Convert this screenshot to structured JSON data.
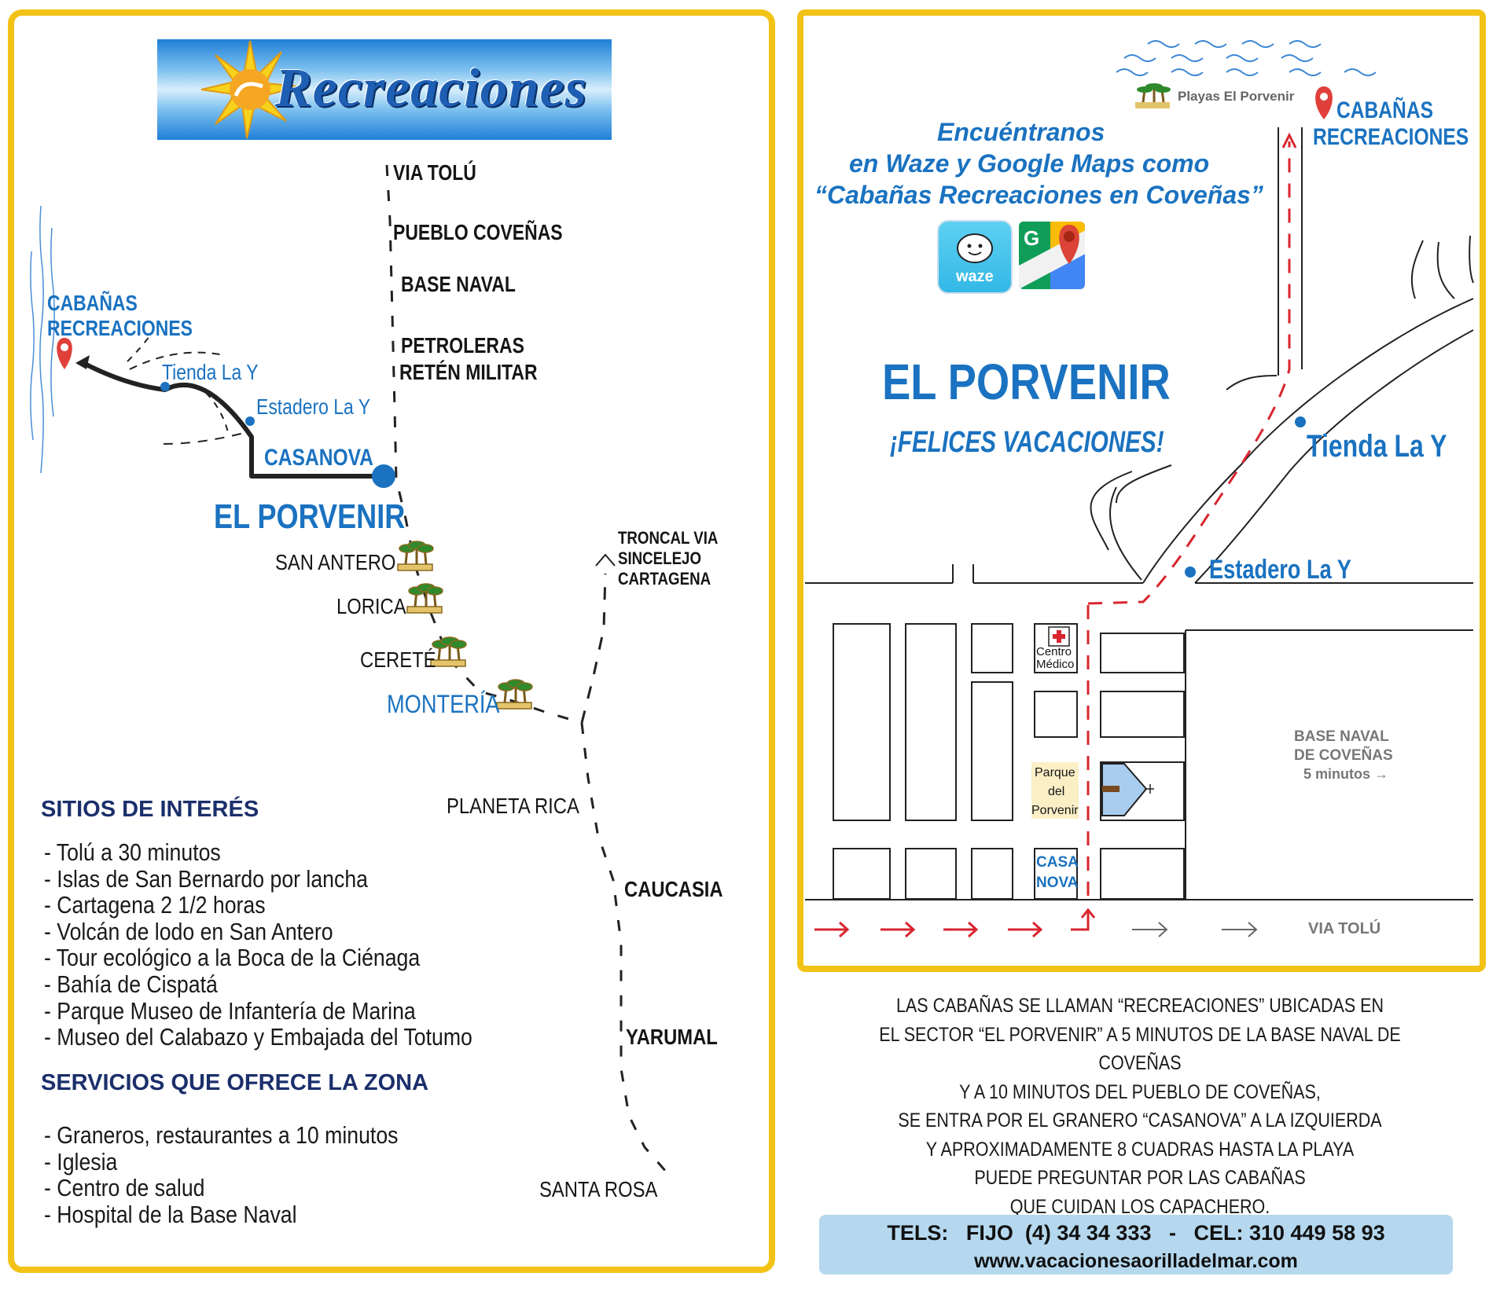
{
  "brand": {
    "logo_text": "Recreaciones"
  },
  "left_map": {
    "route_labels": [
      "VIA TOLÚ",
      "PUEBLO COVEÑAS",
      "BASE NAVAL",
      "PETROLERAS",
      "RETÉN MILITAR"
    ],
    "cabanas_label_line1": "CABAÑAS",
    "cabanas_label_line2": "RECREACIONES",
    "tienda": "Tienda La Y",
    "estadero": "Estadero La Y",
    "casanova": "CASANOVA",
    "el_porvenir": "EL PORVENIR",
    "towns": [
      "SAN ANTERO",
      "LORICA",
      "CERETÉ",
      "MONTERÍA"
    ],
    "troncal_line1": "TRONCAL VIA",
    "troncal_line2": "SINCELEJO",
    "troncal_line3": "CARTAGENA",
    "south_route": [
      "PLANETA RICA",
      "CAUCASIA",
      "YARUMAL",
      "SANTA ROSA"
    ]
  },
  "sitios": {
    "heading": "SITIOS DE INTERÉS",
    "items": [
      "- Tolú a 30 minutos",
      "- Islas de San Bernardo por lancha",
      "- Cartagena 2  1/2 horas",
      "- Volcán de lodo en San Antero",
      "- Tour ecológico a la Boca de la Ciénaga",
      "- Bahía de Cispatá",
      "- Parque Museo de Infantería de Marina",
      "- Museo del Calabazo y Embajada del Totumo"
    ]
  },
  "servicios": {
    "heading": "SERVICIOS QUE  OFRECE LA ZONA",
    "items": [
      "- Graneros, restaurantes a 10 minutos",
      "- Iglesia",
      "- Centro de salud",
      "- Hospital de la Base Naval"
    ]
  },
  "right_map": {
    "beach": "Playas El Porvenir",
    "cabanas_line1": "CABAÑAS",
    "cabanas_line2": "RECREACIONES",
    "find_line1": "Encuéntranos",
    "find_line2": "en Waze y Google Maps como",
    "find_line3": "“Cabañas Recreaciones en Coveñas”",
    "waze_label": "waze",
    "google_label": "G",
    "el_porvenir": "EL PORVENIR",
    "greeting": "¡FELICES VACACIONES!",
    "tienda": "Tienda La  Y",
    "estadero": "Estadero La  Y",
    "centro_line1": "Centro",
    "centro_line2": "Médico",
    "parque_line1": "Parque",
    "parque_line2": "del",
    "parque_line3": "Porvenir",
    "casa_line1": "CASA",
    "casa_line2": "NOVA",
    "base_line1": "BASE NAVAL",
    "base_line2": "DE COVEÑAS",
    "base_line3": "5 minutos →",
    "via_tolu": "VIA TOLÚ"
  },
  "footer": {
    "lines": [
      "LAS CABAÑAS SE LLAMAN “RECREACIONES” UBICADAS EN",
      "EL SECTOR “EL PORVENIR” A 5 MINUTOS DE LA BASE NAVAL DE COVEÑAS",
      "Y A 10 MINUTOS DEL PUEBLO DE COVEÑAS,",
      "SE ENTRA POR EL GRANERO “CASANOVA” A LA IZQUIERDA",
      "Y APROXIMADAMENTE 8 CUADRAS HASTA LA PLAYA",
      "PUEDE PREGUNTAR POR LAS CABAÑAS",
      "QUE CUIDAN LOS CAPACHERO."
    ]
  },
  "contact": {
    "phones": "TELS:   FIJO  (4) 34 34 333   -   CEL: 310 449 58 93",
    "website": "www.vacacionesaorilladelmar.com"
  },
  "colors": {
    "frame": "#f2c316",
    "title_blue": "#1a72c0",
    "route_red": "#d9252f",
    "navy": "#1b2f6b",
    "contact_bg": "#b5d8ee"
  }
}
